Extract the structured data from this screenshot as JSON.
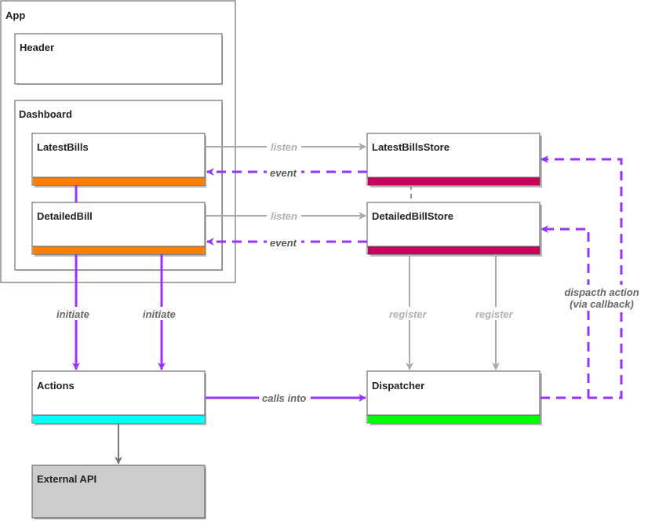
{
  "containers": {
    "app": "App",
    "dashboard": "Dashboard"
  },
  "components": {
    "header": "Header",
    "latest_bills": "LatestBills",
    "detailed_bill": "DetailedBill",
    "latest_bills_store": "LatestBillsStore",
    "detailed_bill_store": "DetailedBillStore",
    "actions": "Actions",
    "dispatcher": "Dispatcher",
    "external_api": "External API"
  },
  "edge_labels": {
    "listen_1": "listen",
    "listen_2": "listen",
    "event_1": "event",
    "event_2": "event",
    "initiate_1": "initiate",
    "initiate_2": "initiate",
    "register_1": "register",
    "register_2": "register",
    "calls_into": "calls into",
    "dispatch_line1": "dispacth action",
    "dispatch_line2": "(via callback)"
  },
  "colors": {
    "component_bar": "#ff8000",
    "store_bar": "#c8005a",
    "actions_bar": "#00ffff",
    "dispatcher_bar": "#00ff00",
    "external_fill": "#cccccc",
    "purple": "#9933ff",
    "gray_arrow": "#aaaaaa"
  }
}
